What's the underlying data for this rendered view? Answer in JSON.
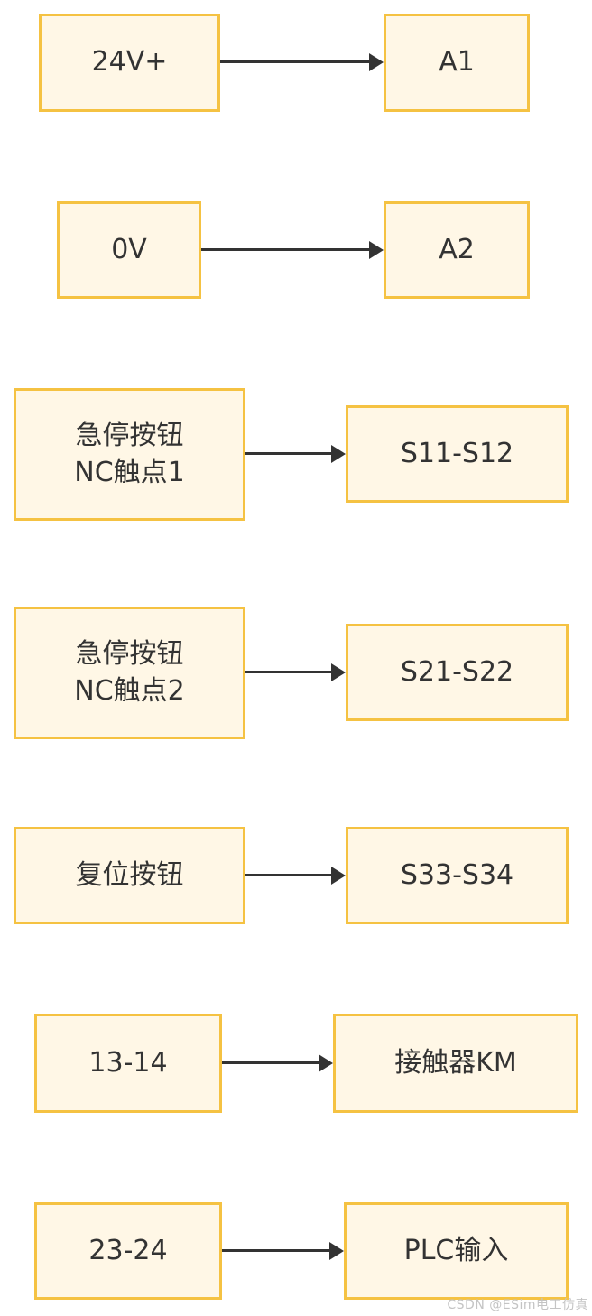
{
  "diagram": {
    "rows": [
      {
        "source": "24V+",
        "target": "A1"
      },
      {
        "source": "0V",
        "target": "A2"
      },
      {
        "source": "急停按钮\nNC触点1",
        "target": "S11-S12"
      },
      {
        "source": "急停按钮\nNC触点2",
        "target": "S21-S22"
      },
      {
        "source": "复位按钮",
        "target": "S33-S34"
      },
      {
        "source": "13-14",
        "target": "接触器KM"
      },
      {
        "source": "23-24",
        "target": "PLC输入"
      }
    ]
  },
  "watermark": {
    "text": "CSDN @ESim电工仿真"
  },
  "colors": {
    "bg": "#FFFFFF",
    "box_fill": "#FFF7E6",
    "box_border": "#F5C242",
    "text": "#333333",
    "arrow": "#333333",
    "watermark": "#C4C4C4"
  }
}
